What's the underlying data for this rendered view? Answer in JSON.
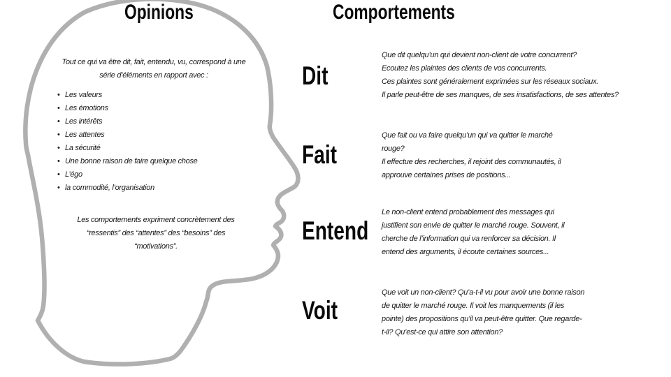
{
  "colors": {
    "outline": "#b0b0b0",
    "text": "#1a1a1a"
  },
  "opinions": {
    "title": "Opinions",
    "intro": "Tout ce qui va être dit, fait, entendu, vu, correspond à une\nsérie d’éléments en rapport avec :",
    "bullets": [
      "Les valeurs",
      "Les émotions",
      "Les intérêts",
      "Les attentes",
      "La sécurité",
      "Une bonne raison de faire quelque chose",
      "L’égo",
      "la commodité, l’organisation"
    ],
    "footer": "Les comportements expriment concrètement des\n“ressentis” des “attentes” des “besoins” des\n“motivations”."
  },
  "comportements": {
    "title": "Comportements",
    "sections": [
      {
        "label": "Dit",
        "text": "Que dit quelqu’un qui devient non-client de votre concurrent?\nEcoutez les plaintes des clients de vos concurrents.\nCes plaintes sont généralement exprimées sur les réseaux sociaux.\nIl parle peut-être de ses manques, de ses insatisfactions, de ses attentes?"
      },
      {
        "label": "Fait",
        "text": "Que fait ou va faire quelqu’un qui va quitter le marché\nrouge?\nIl effectue des recherches, il rejoint des communautés, il\napprouve certaines prises de positions..."
      },
      {
        "label": "Entend",
        "text": "Le non-client entend probablement des messages qui\njustifient son envie de quitter le marché rouge. Souvent, il\ncherche de l’information qui va renforcer sa décision. Il\nentend des arguments, il écoute certaines sources..."
      },
      {
        "label": "Voit",
        "text": "Que voit un non-client? Qu’a-t-il vu pour avoir une bonne raison\nde quitter le marché rouge. Il voit les manquements (il les\npointe) des propositions qu’il va peut-être quitter. Que regarde-\nt-il? Qu’est-ce qui attire son attention?"
      }
    ]
  }
}
